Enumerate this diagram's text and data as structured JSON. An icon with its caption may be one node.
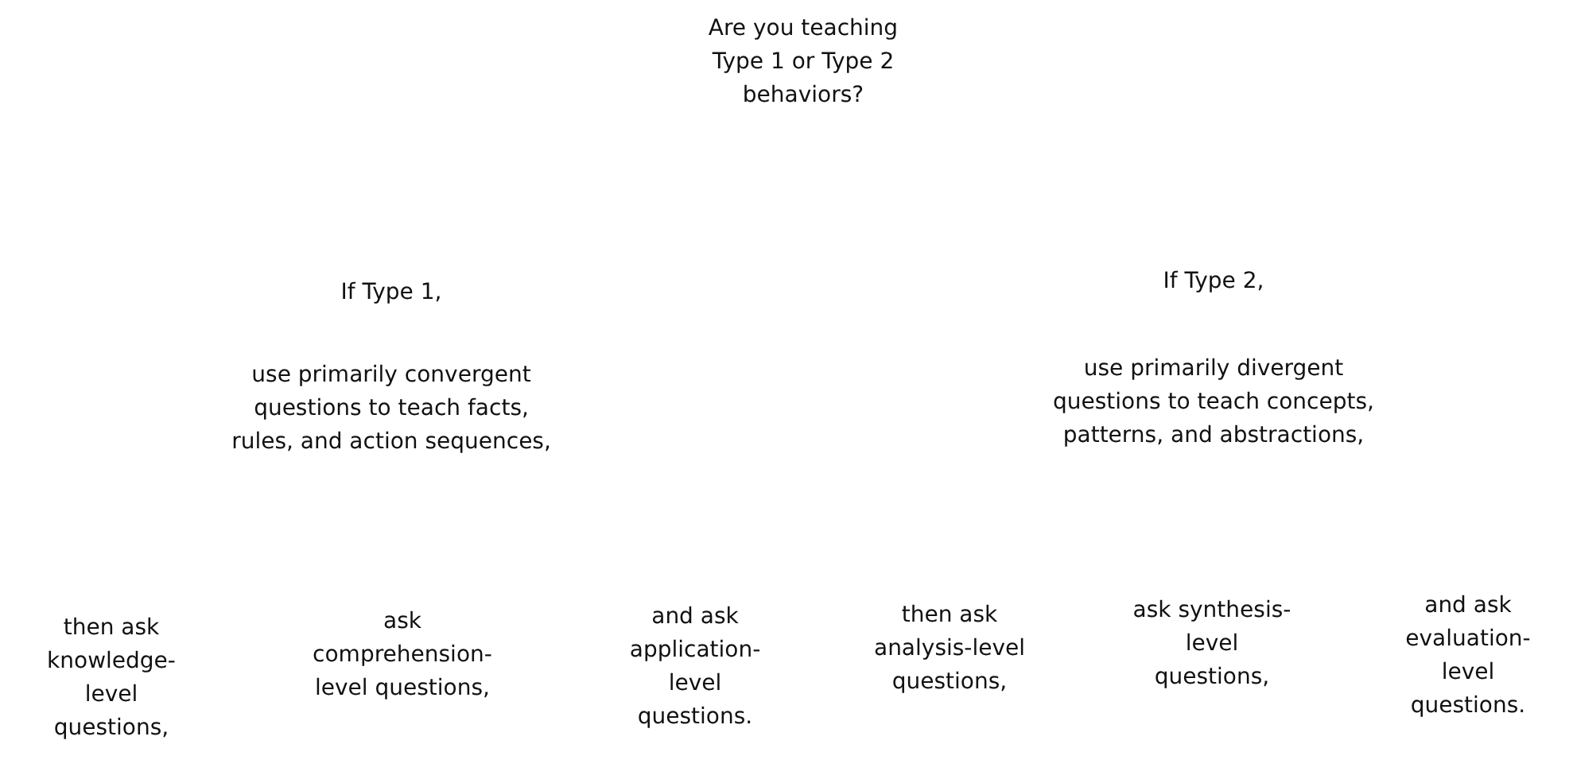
{
  "diagram": {
    "labels": [
      "Are you teaching Type 1 or Type 2 behaviors?",
      "If Type 1,",
      "If Type 2,",
      "use primarily convergent questions to teach facts, rules, and action sequences,",
      "use primarily divergent questions to teach concepts, patterns, and abstractions,",
      "then ask knowledge-level questions,",
      "ask comprehension-level questions,",
      "and ask application-level questions.",
      "then ask analysis-level questions,",
      "ask synthesis-level questions,",
      "and ask evaluation-level questions."
    ]
  }
}
